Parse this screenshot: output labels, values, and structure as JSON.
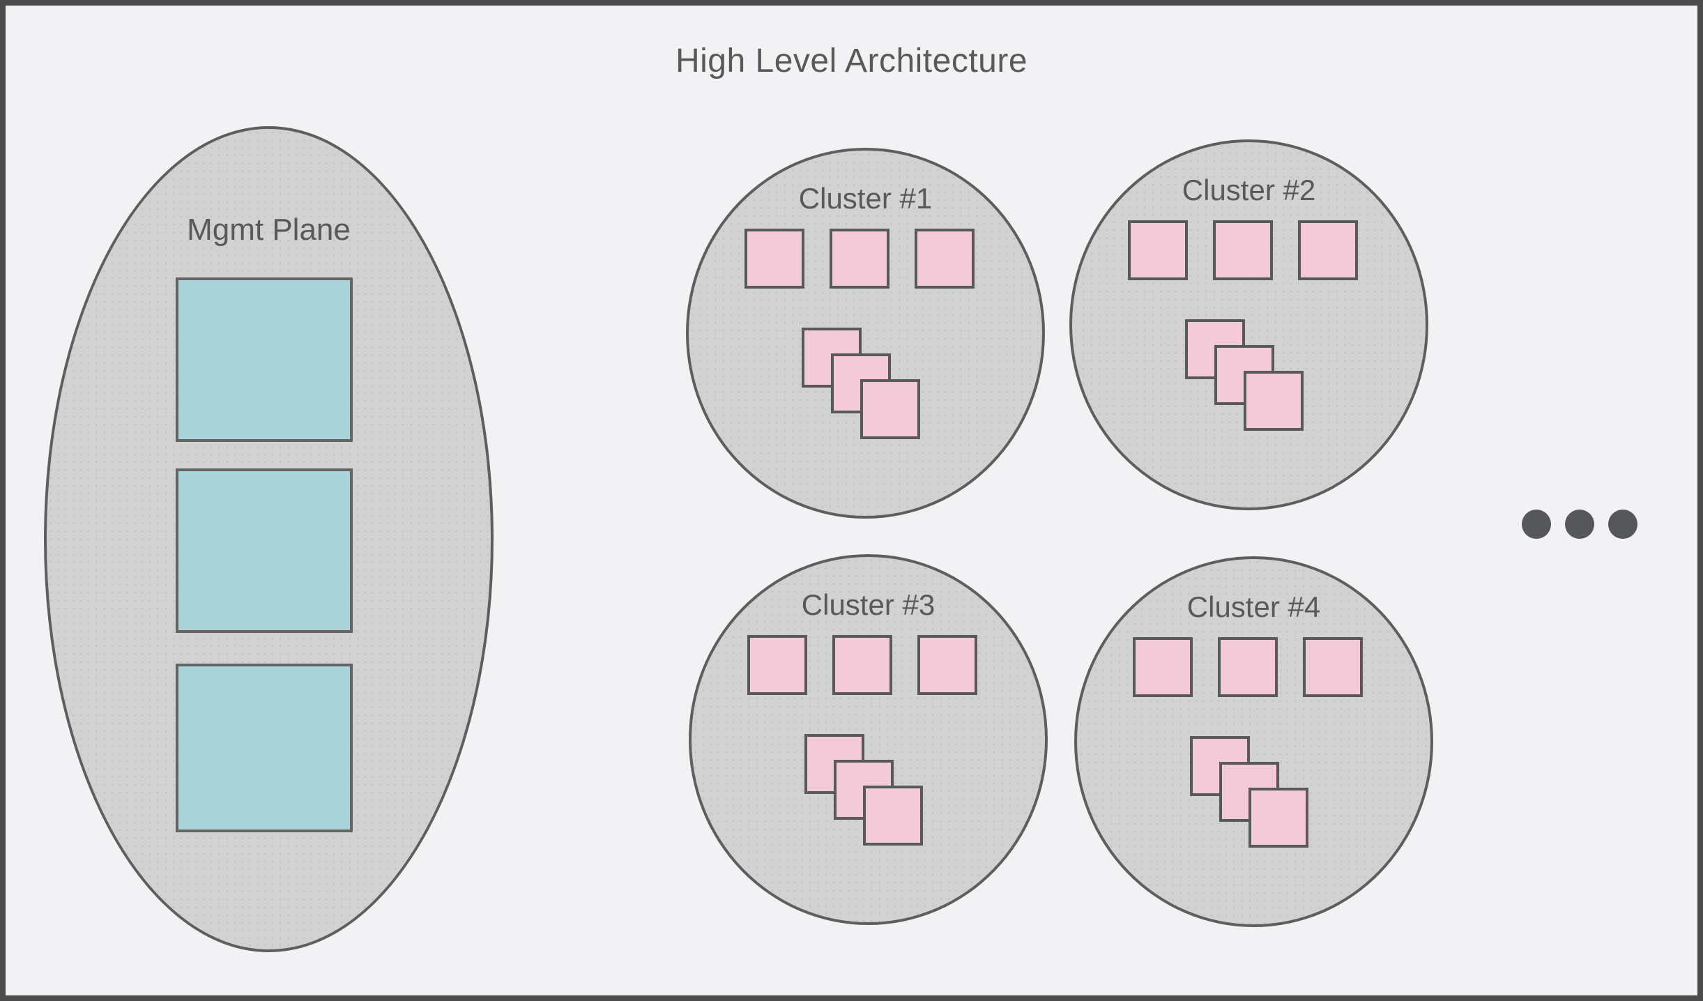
{
  "title": "High Level Architecture",
  "mgmt_plane": {
    "label": "Mgmt Plane",
    "module_count": 3
  },
  "clusters": [
    {
      "label": "Cluster #1",
      "top_row_squares": 3,
      "stacked_squares": 3
    },
    {
      "label": "Cluster #2",
      "top_row_squares": 3,
      "stacked_squares": 3
    },
    {
      "label": "Cluster #3",
      "top_row_squares": 3,
      "stacked_squares": 3
    },
    {
      "label": "Cluster #4",
      "top_row_squares": 3,
      "stacked_squares": 3
    }
  ],
  "ellipsis": {
    "dot_count": 3
  },
  "colors": {
    "background": "#f2f2f4",
    "frame_border": "#4b4b4b",
    "shape_fill": "#d2d2d2",
    "shape_stroke": "#5e5e5e",
    "teal_fill": "#a9d4d9",
    "pink_fill": "#f3cad7",
    "text": "#595959",
    "dot": "#56575a"
  }
}
